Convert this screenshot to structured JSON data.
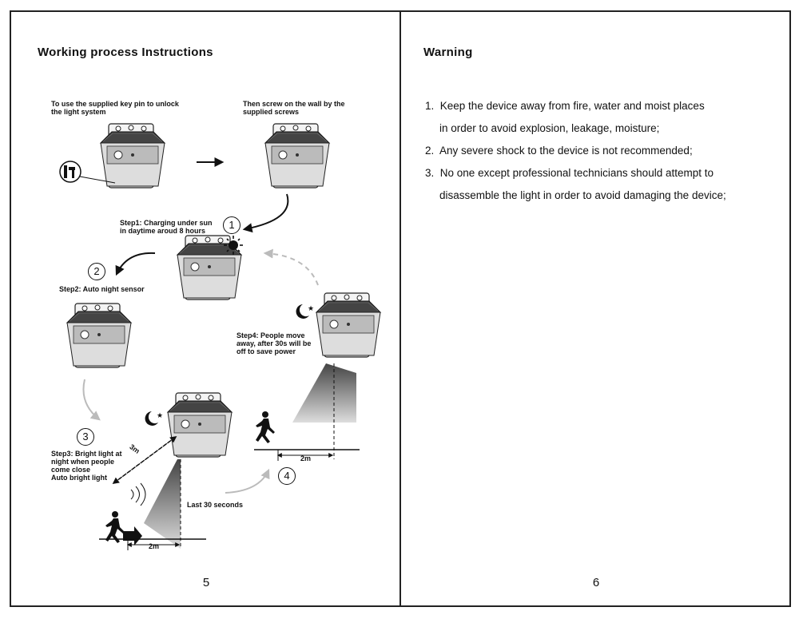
{
  "left_page": {
    "heading": "Working process Instructions",
    "captions": {
      "unlock": [
        "To use the supplied key pin to unlock",
        "the light system"
      ],
      "screw": [
        "Then screw on the wall by the",
        "supplied screws"
      ],
      "step1": [
        "Step1: Charging under sun",
        "in daytime aroud 8 hours"
      ],
      "step2": [
        "Step2: Auto night sensor"
      ],
      "step3": [
        "Step3:  Bright light at",
        "night when people",
        "come close",
        "Auto bright light"
      ],
      "step4": [
        "Step4:  People move",
        "away, after 30s will be",
        "off to save power"
      ],
      "last30": "Last 30 seconds"
    },
    "step_numbers": [
      "1",
      "2",
      "3",
      "4"
    ],
    "distances": {
      "near": "2m",
      "far": "2m",
      "range": "3m"
    },
    "page_number": "5"
  },
  "right_page": {
    "heading": "Warning",
    "items": [
      {
        "num": "1.",
        "text": "Keep the device away from fire, water and moist places",
        "cont": "in order to avoid explosion, leakage, moisture;"
      },
      {
        "num": "2.",
        "text": "Any severe shock to the device is not recommended;",
        "cont": ""
      },
      {
        "num": "3.",
        "text": "No one except professional technicians should attempt to",
        "cont": "disassemble the light in order to avoid damaging the device;"
      }
    ],
    "page_number": "6"
  },
  "icons": [
    "solar-light-icon",
    "key-pin-icon",
    "sun-icon",
    "moon-star-icon",
    "runner-icon",
    "arrow-icon"
  ],
  "colors": {
    "border": "#222222",
    "panel": "#333333",
    "beam": "#888888",
    "arrow_gray": "#bbbbbb"
  }
}
